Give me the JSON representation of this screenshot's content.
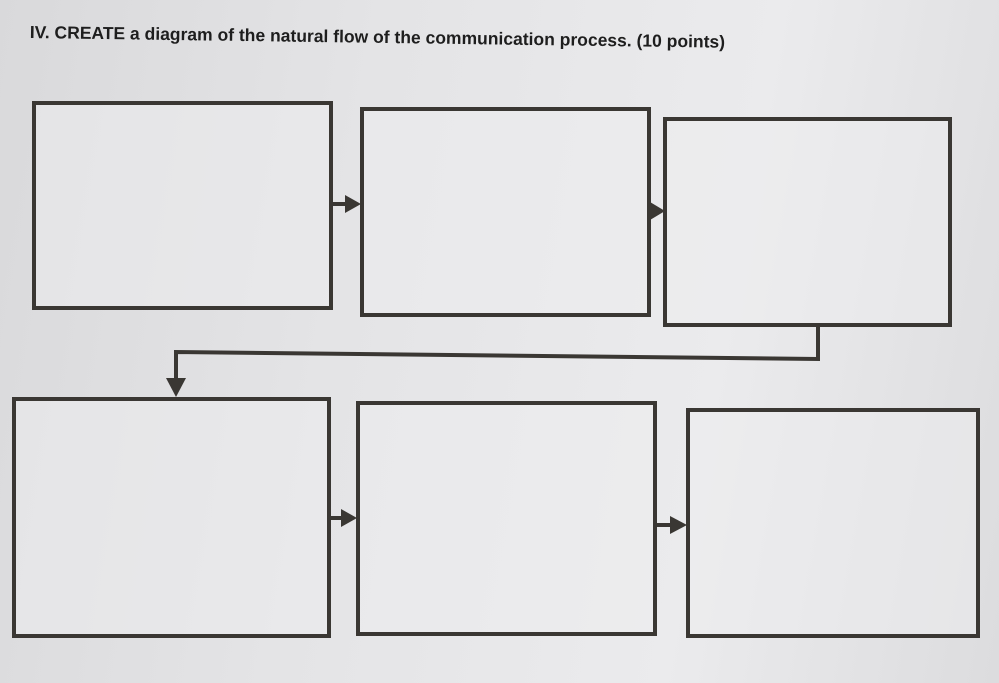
{
  "question": {
    "text": "IV. CREATE a diagram of the natural flow of the communication process. (10 points)"
  },
  "diagram": {
    "boxes": [
      {
        "id": "box-1",
        "text": ""
      },
      {
        "id": "box-2",
        "text": ""
      },
      {
        "id": "box-3",
        "text": ""
      },
      {
        "id": "box-4",
        "text": ""
      },
      {
        "id": "box-5",
        "text": ""
      },
      {
        "id": "box-6",
        "text": ""
      }
    ],
    "flow": [
      "box-1",
      "box-2",
      "box-3",
      "box-4",
      "box-5",
      "box-6"
    ]
  },
  "colors": {
    "ink": "#3a3733",
    "paper": "#e6e6e8"
  }
}
